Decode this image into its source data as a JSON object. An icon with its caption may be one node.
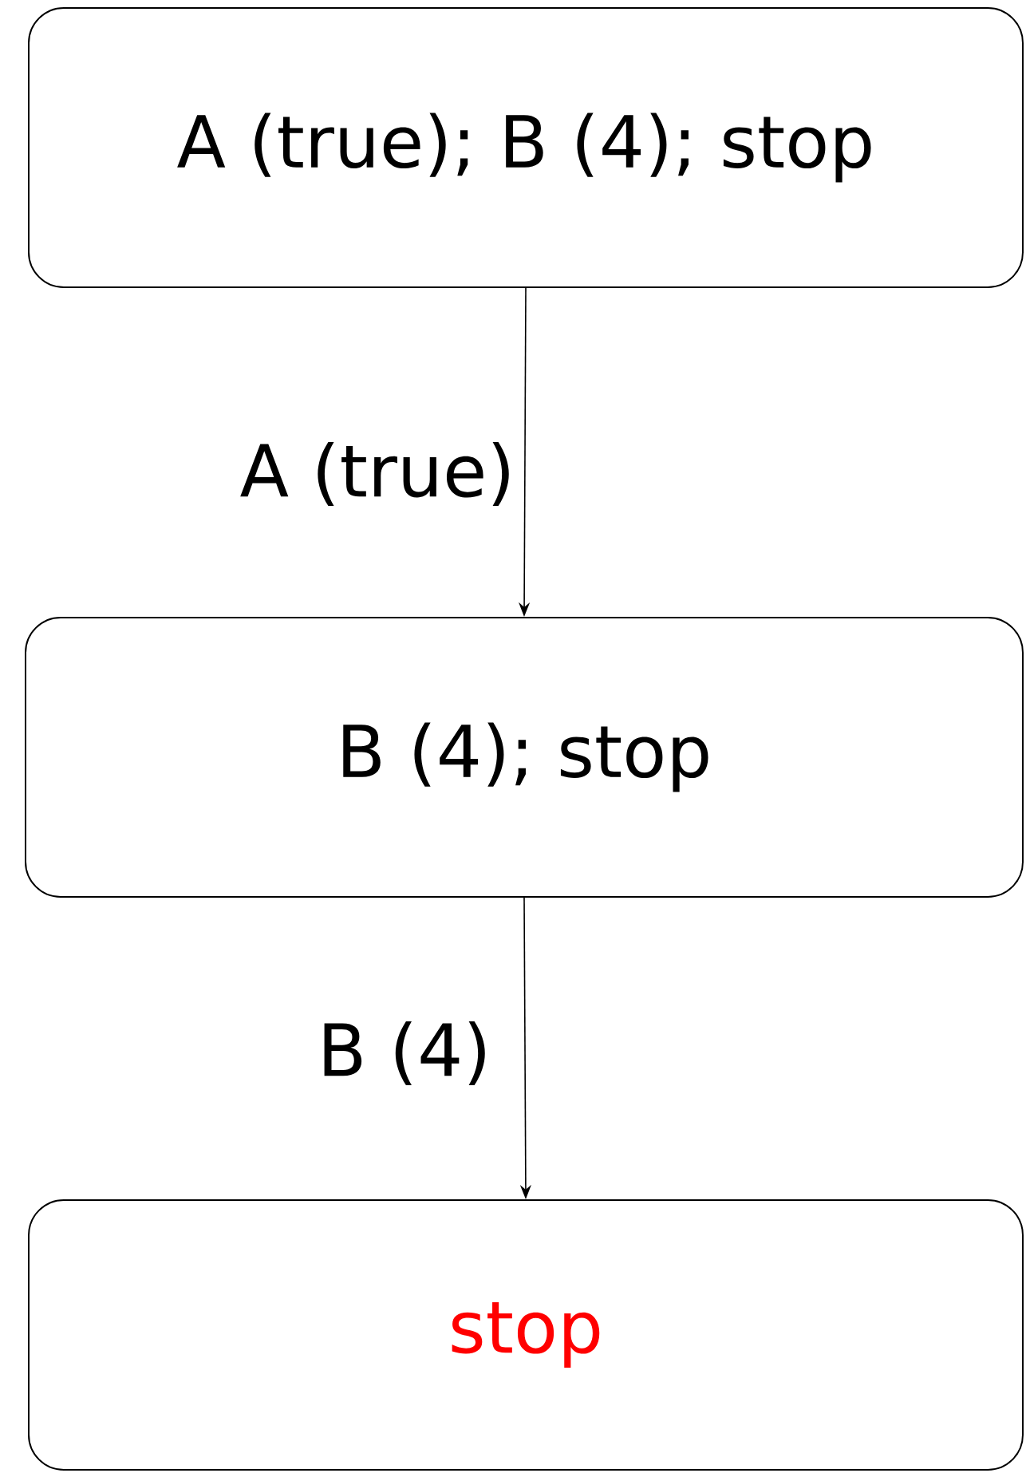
{
  "diagram": {
    "nodes": [
      {
        "text": [
          "A (true); B (4); stop"
        ]
      },
      {
        "text": [
          "B (4); stop"
        ]
      },
      {
        "text": [
          "stop"
        ]
      }
    ],
    "edges": [
      {
        "from": 0,
        "to": 1,
        "arrow": "to",
        "label": "A (true)"
      },
      {
        "from": 1,
        "to": 2,
        "arrow": "to",
        "label": "B (4)"
      }
    ]
  }
}
